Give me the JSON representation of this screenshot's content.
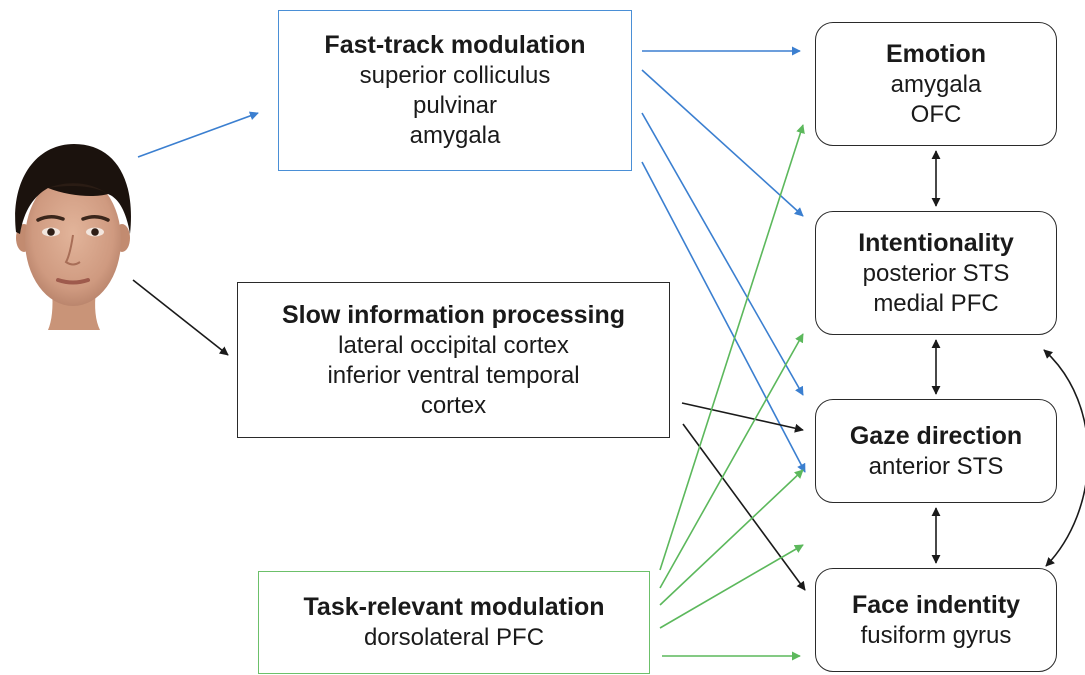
{
  "fast_track": {
    "title": "Fast-track modulation",
    "lines": [
      "superior colliculus",
      "pulvinar",
      "amygala"
    ]
  },
  "slow": {
    "title": "Slow information processing",
    "lines": [
      "lateral occipital cortex",
      "inferior ventral temporal",
      "cortex"
    ]
  },
  "task": {
    "title": "Task-relevant modulation",
    "lines": [
      "dorsolateral PFC"
    ]
  },
  "emotion": {
    "title": "Emotion",
    "lines": [
      "amygala",
      "OFC"
    ]
  },
  "intentionality": {
    "title": "Intentionality",
    "lines": [
      "posterior STS",
      "medial PFC"
    ]
  },
  "gaze": {
    "title": "Gaze direction",
    "lines": [
      "anterior STS"
    ]
  },
  "identity": {
    "title": "Face indentity",
    "lines": [
      "fusiform gyrus"
    ]
  },
  "colors": {
    "fast_track": "#3b7fd0",
    "slow": "#1a1a1a",
    "task": "#5cb85c",
    "bidirectional": "#1a1a1a"
  }
}
